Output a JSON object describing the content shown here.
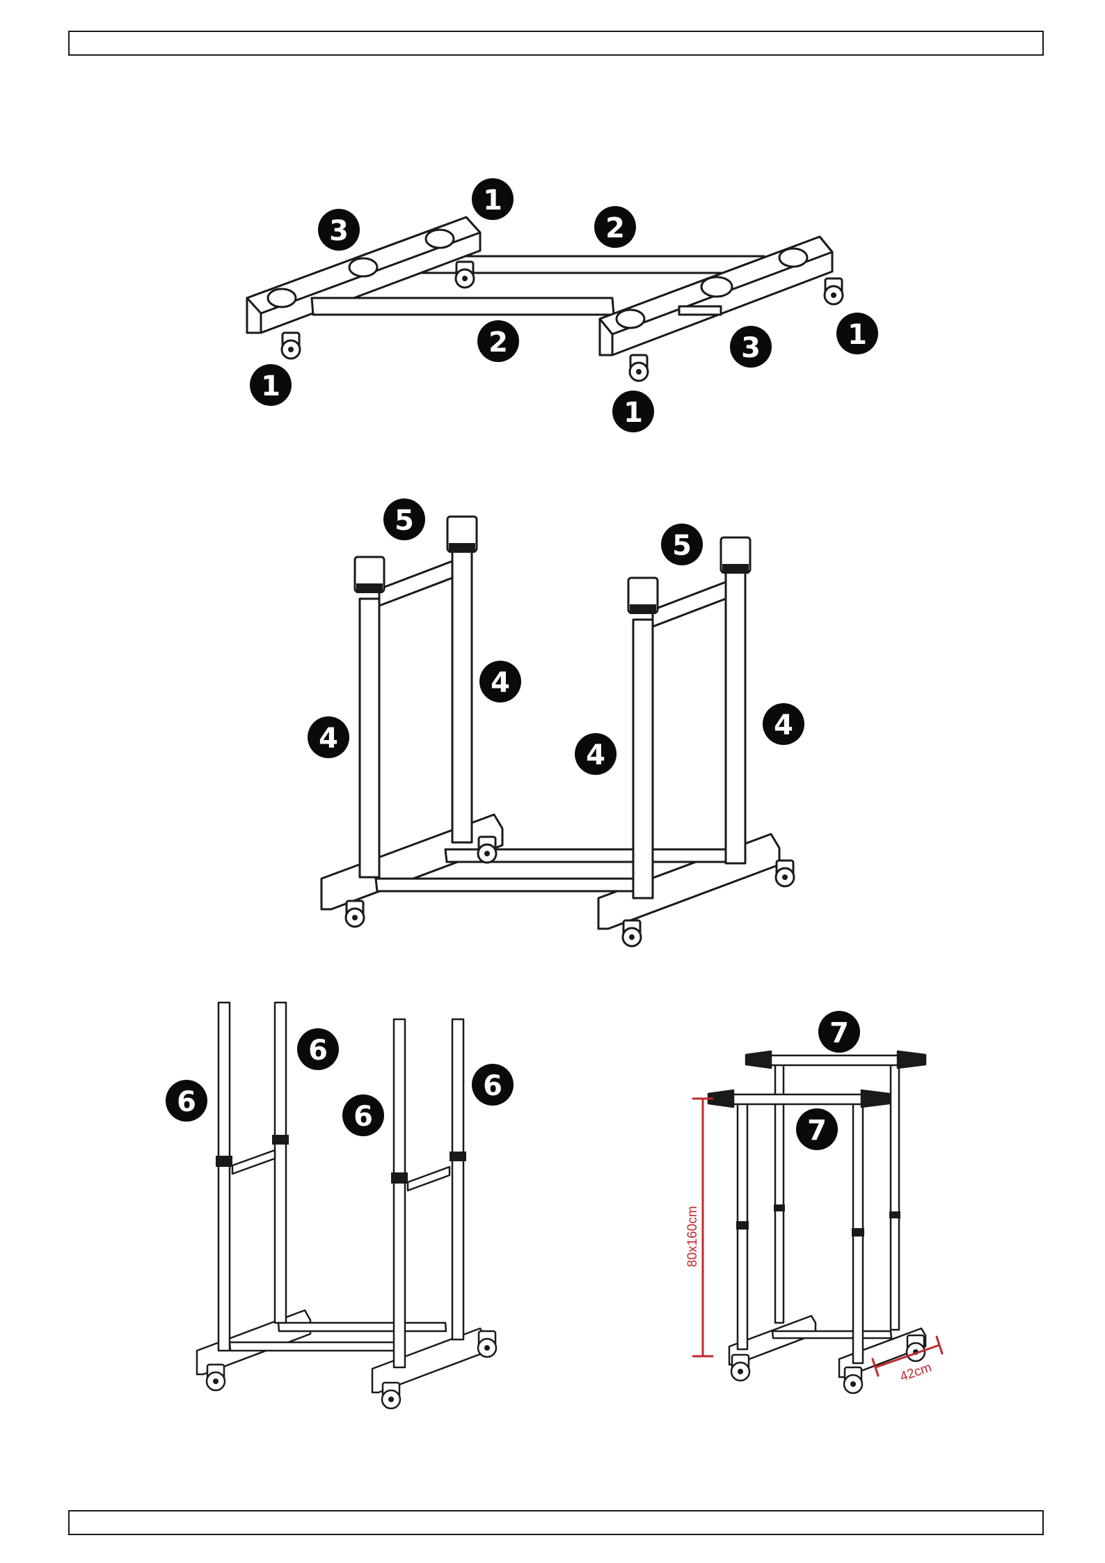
{
  "callouts": {
    "step1": [
      "1",
      "2",
      "3",
      "1",
      "2",
      "1",
      "3",
      "1"
    ],
    "step2": [
      "5",
      "5",
      "4",
      "4",
      "4",
      "4"
    ],
    "step3": [
      "6",
      "6",
      "6",
      "6"
    ],
    "step4": [
      "7",
      "7"
    ]
  },
  "dimensions": {
    "height": "80x160cm",
    "depth": "42cm"
  },
  "colors": {
    "line": "#1a1a1a",
    "callout_fill": "#0a0a0a",
    "dimension": "#c0282c"
  }
}
